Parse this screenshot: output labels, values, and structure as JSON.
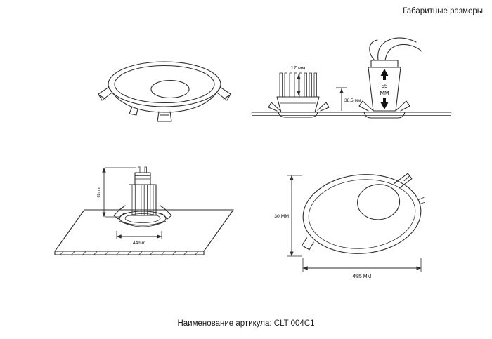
{
  "header": {
    "title": "Габаритные размеры"
  },
  "footer": {
    "article_label": "Наименование артикула: CLT 004C1"
  },
  "section_view": {
    "fin_height": "17 мм",
    "recess_height": "38.5 мм",
    "total_value": "55",
    "total_unit": "ММ"
  },
  "install_view": {
    "height": "62mm",
    "width": "44mm"
  },
  "front_view": {
    "height": "30 ММ",
    "diameter": "Ф85 ММ"
  },
  "colors": {
    "line": "#2e2e2e",
    "text": "#1a1a1a"
  }
}
